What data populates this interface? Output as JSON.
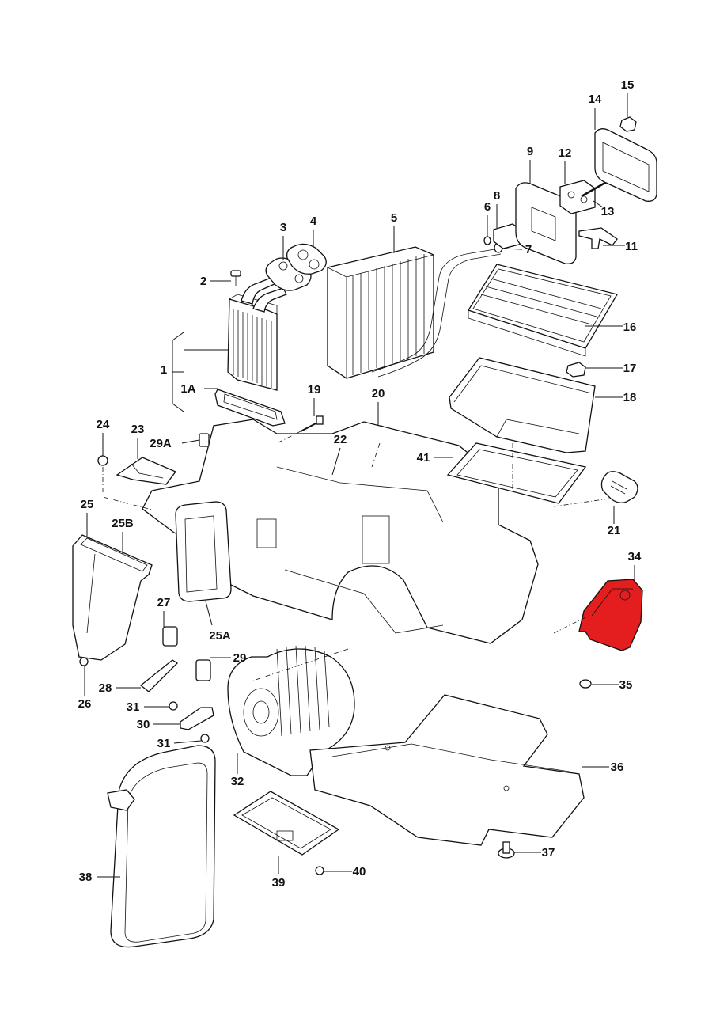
{
  "diagram": {
    "type": "exploded-parts-diagram",
    "highlight_color": "#e41e1e",
    "highlighted_part": "34",
    "callouts": [
      {
        "id": "1",
        "label": "1"
      },
      {
        "id": "1A",
        "label": "1A"
      },
      {
        "id": "2",
        "label": "2"
      },
      {
        "id": "3",
        "label": "3"
      },
      {
        "id": "4",
        "label": "4"
      },
      {
        "id": "5",
        "label": "5"
      },
      {
        "id": "6",
        "label": "6"
      },
      {
        "id": "7",
        "label": "7"
      },
      {
        "id": "8",
        "label": "8"
      },
      {
        "id": "9",
        "label": "9"
      },
      {
        "id": "11",
        "label": "11"
      },
      {
        "id": "12",
        "label": "12"
      },
      {
        "id": "13",
        "label": "13"
      },
      {
        "id": "14",
        "label": "14"
      },
      {
        "id": "15",
        "label": "15"
      },
      {
        "id": "16",
        "label": "16"
      },
      {
        "id": "17",
        "label": "17"
      },
      {
        "id": "18",
        "label": "18"
      },
      {
        "id": "19",
        "label": "19"
      },
      {
        "id": "20",
        "label": "20"
      },
      {
        "id": "21",
        "label": "21"
      },
      {
        "id": "22",
        "label": "22"
      },
      {
        "id": "23",
        "label": "23"
      },
      {
        "id": "24",
        "label": "24"
      },
      {
        "id": "25",
        "label": "25"
      },
      {
        "id": "25A",
        "label": "25A"
      },
      {
        "id": "25B",
        "label": "25B"
      },
      {
        "id": "26",
        "label": "26"
      },
      {
        "id": "27",
        "label": "27"
      },
      {
        "id": "28",
        "label": "28"
      },
      {
        "id": "29",
        "label": "29"
      },
      {
        "id": "29A",
        "label": "29A"
      },
      {
        "id": "30",
        "label": "30"
      },
      {
        "id": "31a",
        "label": "31"
      },
      {
        "id": "31b",
        "label": "31"
      },
      {
        "id": "32",
        "label": "32"
      },
      {
        "id": "34",
        "label": "34"
      },
      {
        "id": "35",
        "label": "35"
      },
      {
        "id": "36",
        "label": "36"
      },
      {
        "id": "37",
        "label": "37"
      },
      {
        "id": "38",
        "label": "38"
      },
      {
        "id": "39",
        "label": "39"
      },
      {
        "id": "40",
        "label": "40"
      },
      {
        "id": "41",
        "label": "41"
      }
    ]
  }
}
